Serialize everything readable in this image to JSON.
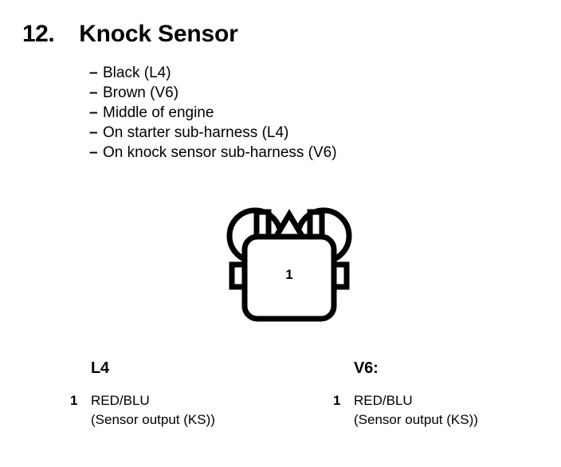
{
  "title": {
    "number": "12.",
    "text": "Knock Sensor"
  },
  "specs": {
    "dash": "–",
    "items": [
      {
        "label": "Black (L4)"
      },
      {
        "label": "Brown (V6)"
      },
      {
        "label": "Middle of engine"
      },
      {
        "label": "On starter sub-harness (L4)"
      },
      {
        "label": "On knock sensor sub-harness (V6)"
      }
    ]
  },
  "connector": {
    "name": "single-pin-connector",
    "pin_label": "1",
    "stroke_color": "#000000",
    "fill_color": "#ffffff"
  },
  "pinouts": [
    {
      "heading": "L4",
      "rows": [
        {
          "pin": "1",
          "wire": "RED/BLU",
          "function": "(Sensor output (KS))"
        }
      ]
    },
    {
      "heading": "V6:",
      "rows": [
        {
          "pin": "1",
          "wire": "RED/BLU",
          "function": "(Sensor output (KS))"
        }
      ]
    }
  ]
}
